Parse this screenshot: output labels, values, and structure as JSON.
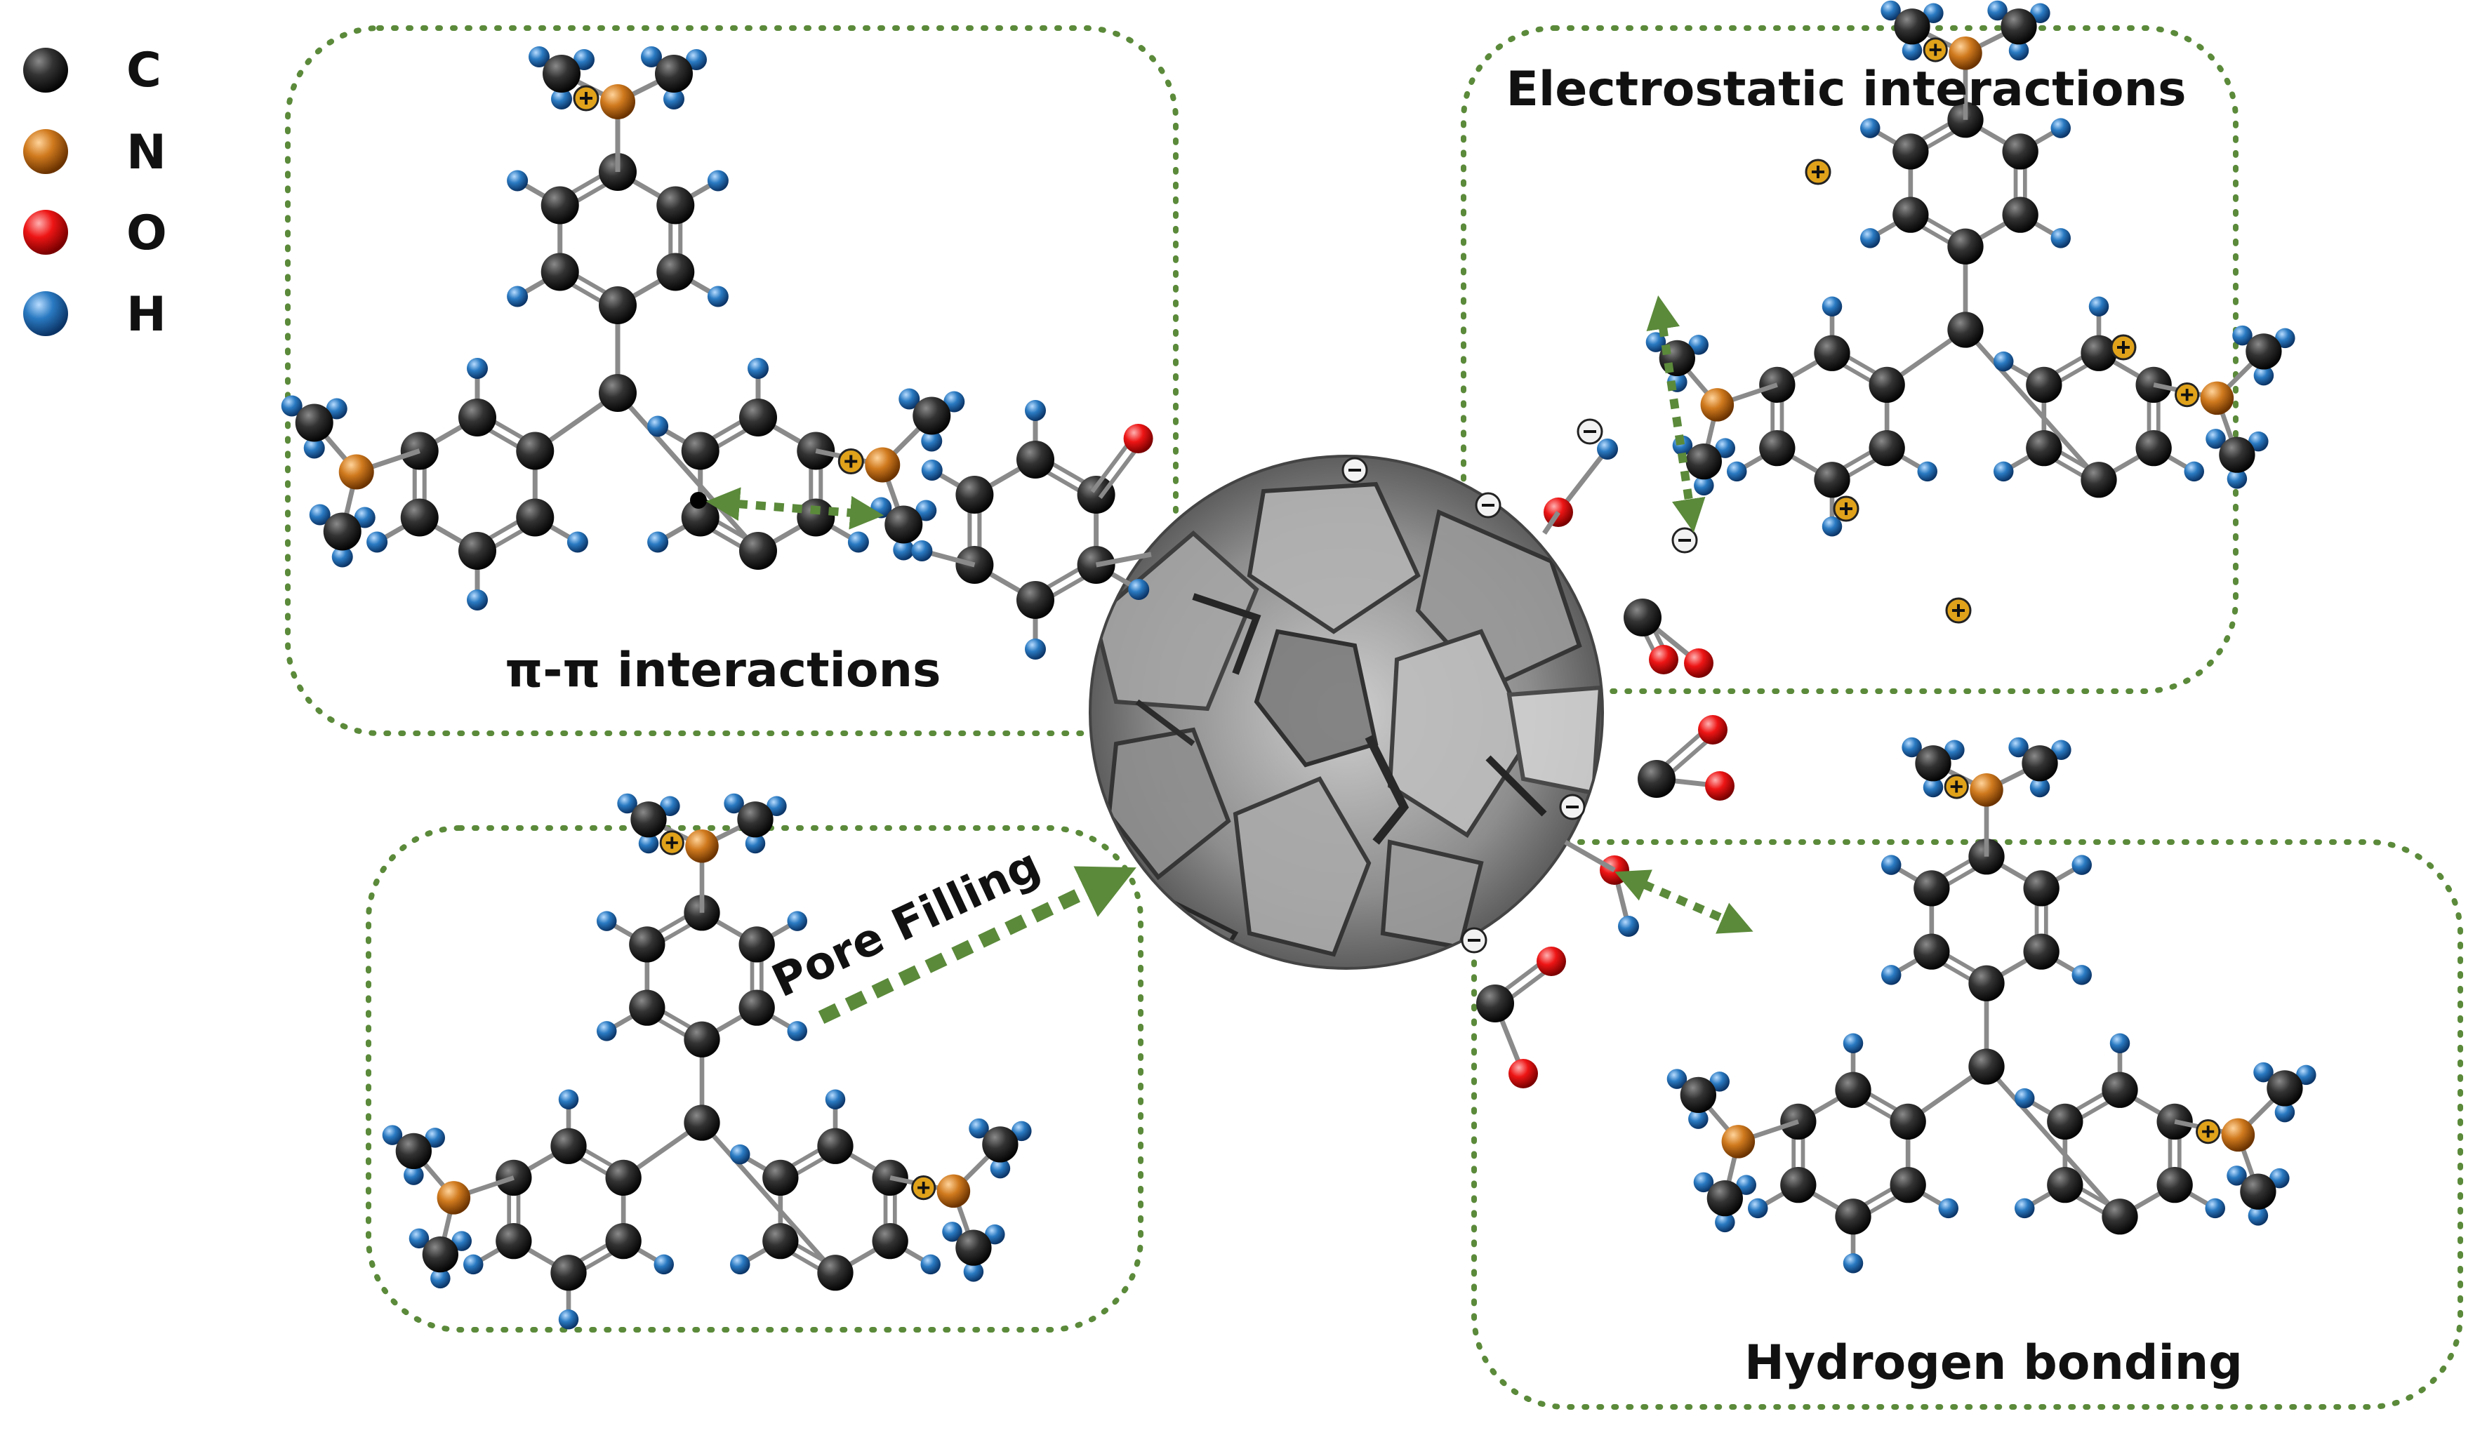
{
  "legend": [
    {
      "symbol": "C",
      "color": "#2b2b2b"
    },
    {
      "symbol": "N",
      "color": "#c8701a"
    },
    {
      "symbol": "O",
      "color": "#e01010"
    },
    {
      "symbol": "H",
      "color": "#2a74b8"
    }
  ],
  "panels": {
    "pi_pi": "π-π interactions",
    "electrostatic": "Electrostatic interactions",
    "pore": "Pore Filling",
    "hbond": "Hydrogen bonding"
  },
  "colors": {
    "box": "#5b8a3a",
    "arrow": "#5b8a3a",
    "carbon": "#2b2b2b",
    "nitrogen": "#c8701a",
    "oxygen": "#e01010",
    "hydrogen": "#2a74b8",
    "positive": "#e0a21a"
  }
}
